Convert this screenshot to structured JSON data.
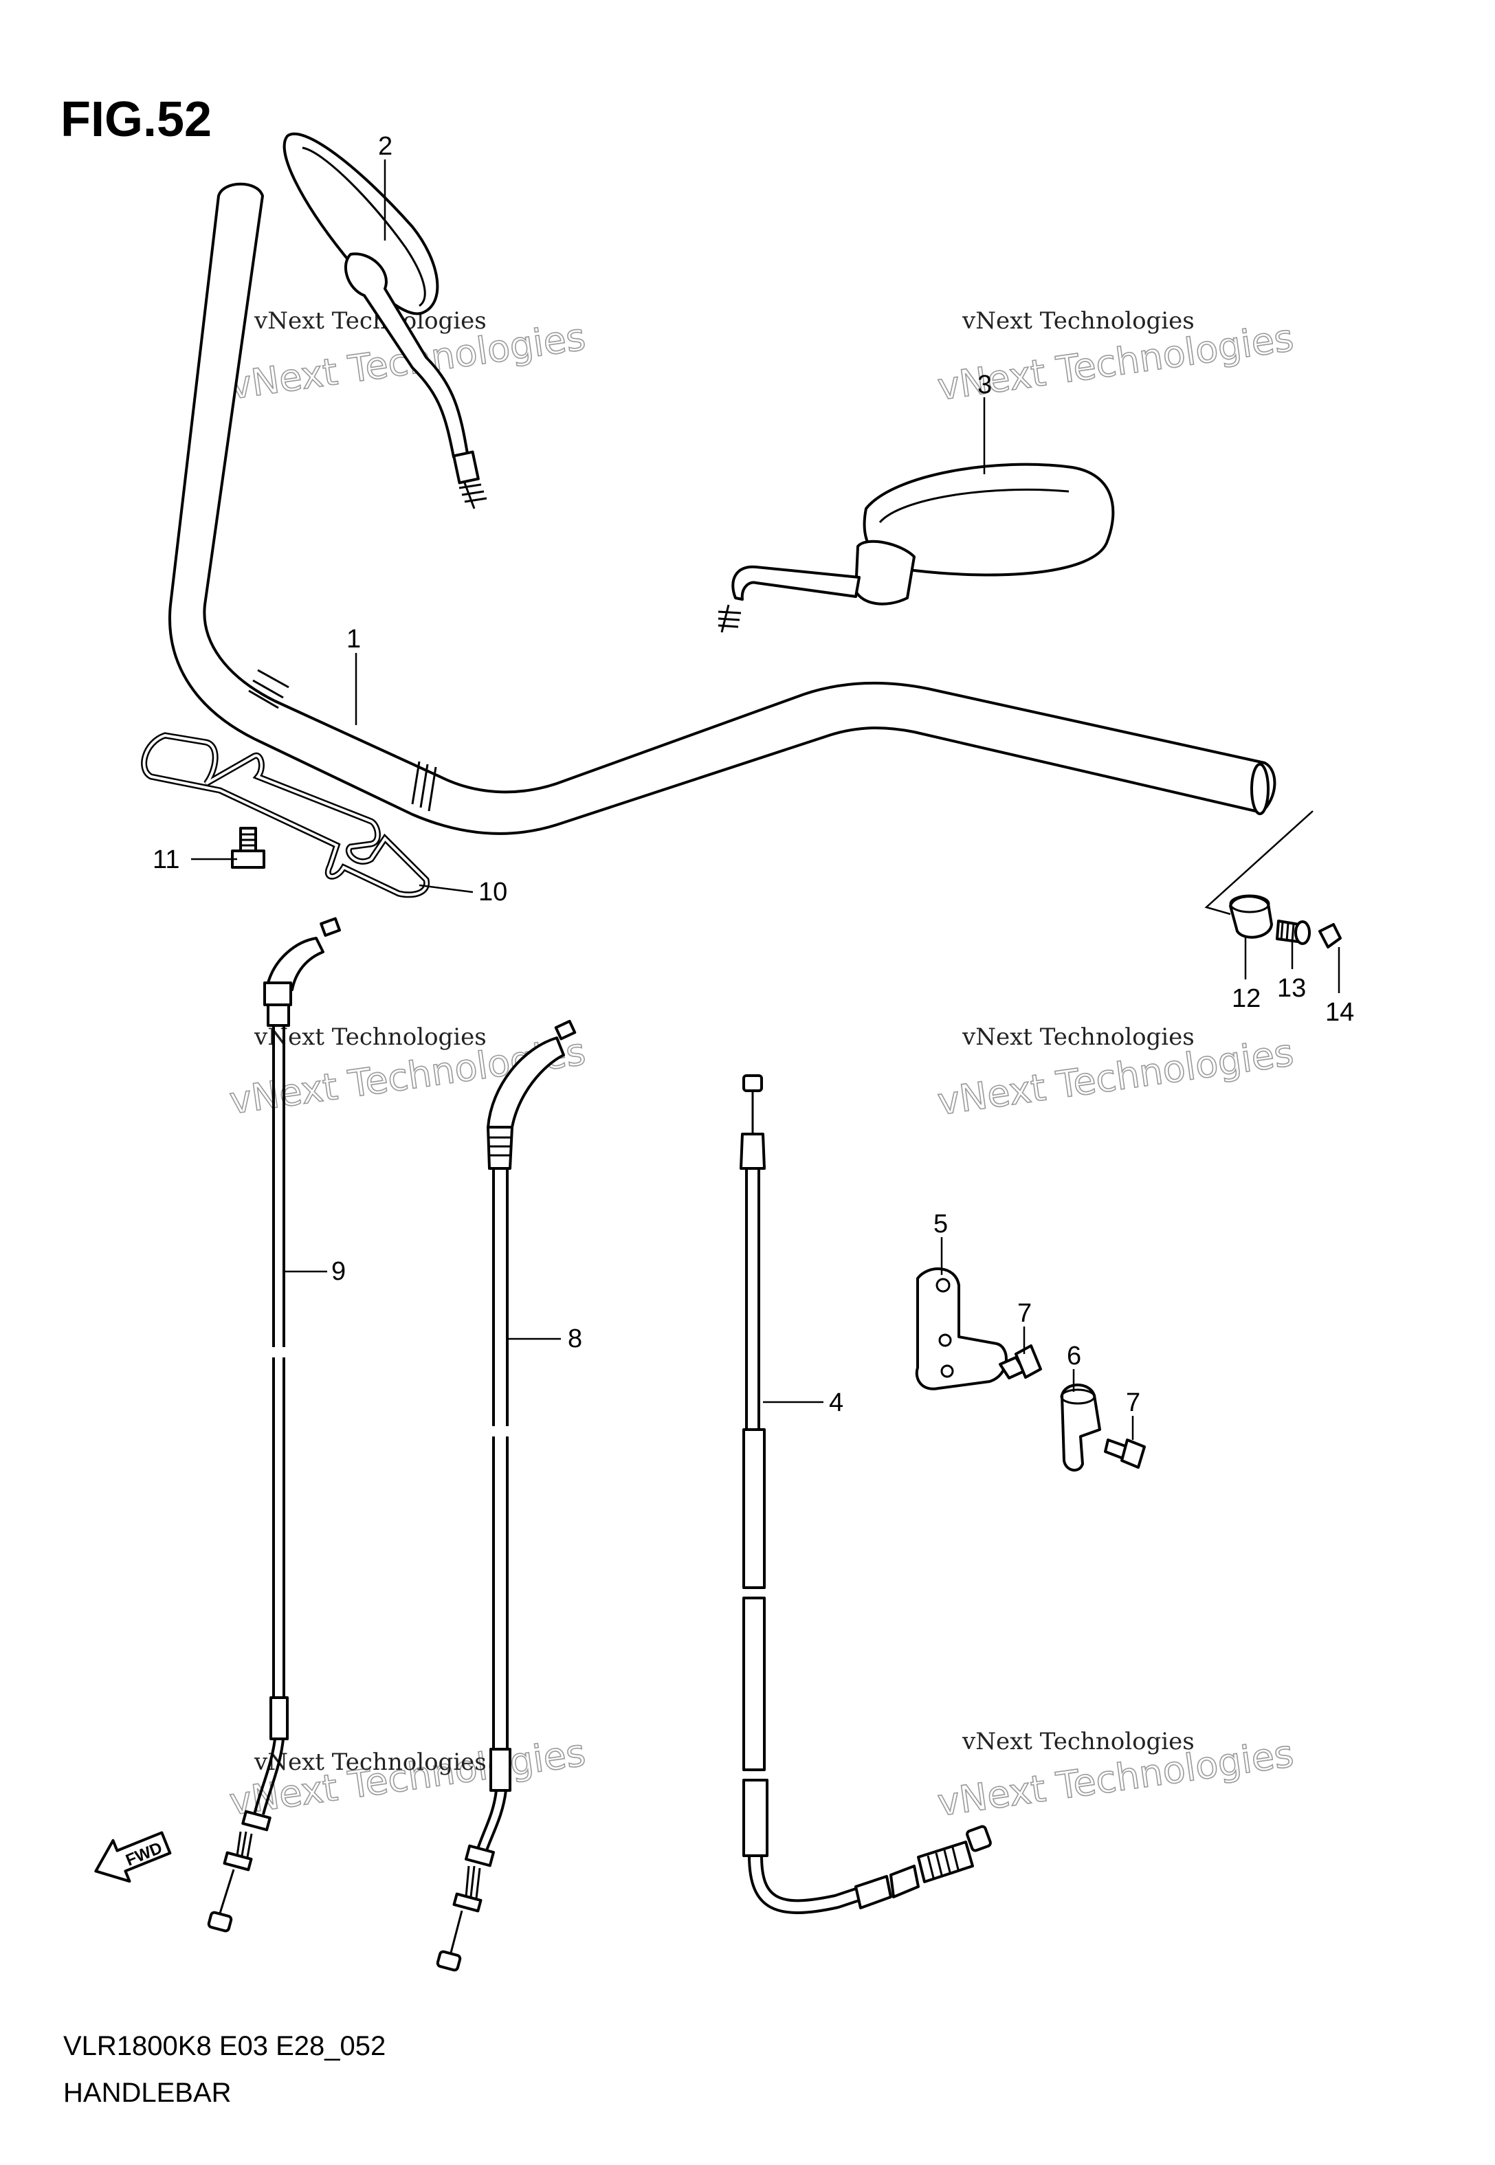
{
  "figure": {
    "title": "FIG.52"
  },
  "footer": {
    "model_code": "VLR1800K8 E03 E28_052",
    "section_name": "HANDLEBAR"
  },
  "watermark": {
    "line1": "vNext Technologies",
    "line2": "vNext Technologies"
  },
  "fwd_label": "FWD",
  "callouts": {
    "handlebar": "1",
    "mirror_left": "2",
    "mirror_right": "3",
    "clutch_cable": "4",
    "cable_bracket": "5",
    "cable_guide": "6",
    "bolt_a": "7",
    "bolt_b": "7",
    "throttle_cable_return": "8",
    "throttle_cable_pull": "9",
    "wire_guide": "10",
    "wire_guide_bolt": "11",
    "bar_end_weight": "12",
    "bar_end_screw": "13",
    "bar_end_washer": "14"
  }
}
